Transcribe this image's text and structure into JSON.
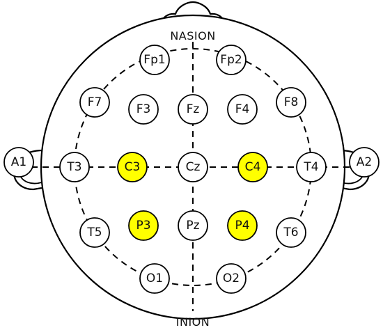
{
  "landmarks": {
    "nasion": "NASION",
    "inion": "INION"
  },
  "colors": {
    "highlight": "#ffff00",
    "normal": "#ffffff",
    "stroke": "#000000"
  },
  "electrodes": [
    {
      "id": "Fp1",
      "label": "Fp1",
      "highlighted": false
    },
    {
      "id": "Fp2",
      "label": "Fp2",
      "highlighted": false
    },
    {
      "id": "F7",
      "label": "F7",
      "highlighted": false
    },
    {
      "id": "F3",
      "label": "F3",
      "highlighted": false
    },
    {
      "id": "Fz",
      "label": "Fz",
      "highlighted": false
    },
    {
      "id": "F4",
      "label": "F4",
      "highlighted": false
    },
    {
      "id": "F8",
      "label": "F8",
      "highlighted": false
    },
    {
      "id": "A1",
      "label": "A1",
      "highlighted": false
    },
    {
      "id": "T3",
      "label": "T3",
      "highlighted": false
    },
    {
      "id": "C3",
      "label": "C3",
      "highlighted": true
    },
    {
      "id": "Cz",
      "label": "Cz",
      "highlighted": false
    },
    {
      "id": "C4",
      "label": "C4",
      "highlighted": true
    },
    {
      "id": "T4",
      "label": "T4",
      "highlighted": false
    },
    {
      "id": "A2",
      "label": "A2",
      "highlighted": false
    },
    {
      "id": "T5",
      "label": "T5",
      "highlighted": false
    },
    {
      "id": "P3",
      "label": "P3",
      "highlighted": true
    },
    {
      "id": "Pz",
      "label": "Pz",
      "highlighted": false
    },
    {
      "id": "P4",
      "label": "P4",
      "highlighted": true
    },
    {
      "id": "T6",
      "label": "T6",
      "highlighted": false
    },
    {
      "id": "O1",
      "label": "O1",
      "highlighted": false
    },
    {
      "id": "O2",
      "label": "O2",
      "highlighted": false
    }
  ]
}
